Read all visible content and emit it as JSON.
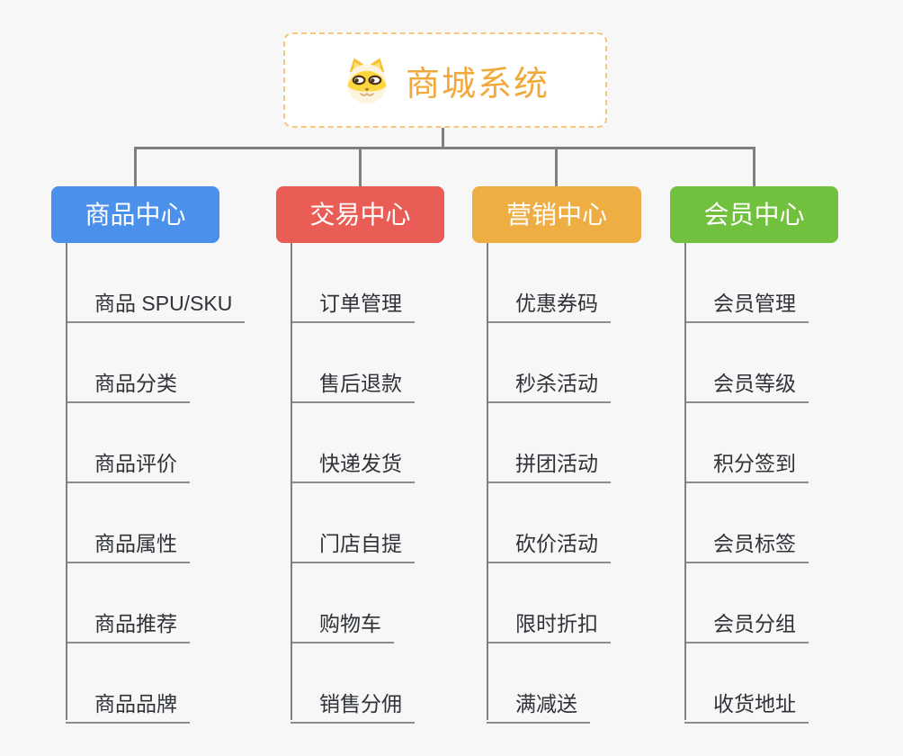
{
  "root": {
    "label": "商城系统",
    "icon": "shiba-dog-icon",
    "text_color": "#F2A93B",
    "border_color": "#F6C67D",
    "background": "#FFFFFF"
  },
  "connector_color": "#7F7F7F",
  "background_color": "#F7F7F7",
  "child_text_color": "#2F3338",
  "branches": [
    {
      "label": "商品中心",
      "color": "#4B91EC",
      "children": [
        "商品 SPU/SKU",
        "商品分类",
        "商品评价",
        "商品属性",
        "商品推荐",
        "商品品牌"
      ]
    },
    {
      "label": "交易中心",
      "color": "#E95D56",
      "children": [
        "订单管理",
        "售后退款",
        "快递发货",
        "门店自提",
        "购物车",
        "销售分佣"
      ]
    },
    {
      "label": "营销中心",
      "color": "#EFAE44",
      "children": [
        "优惠券码",
        "秒杀活动",
        "拼团活动",
        "砍价活动",
        "限时折扣",
        "满减送"
      ]
    },
    {
      "label": "会员中心",
      "color": "#72C13E",
      "children": [
        "会员管理",
        "会员等级",
        "积分签到",
        "会员标签",
        "会员分组",
        "收货地址"
      ]
    }
  ]
}
